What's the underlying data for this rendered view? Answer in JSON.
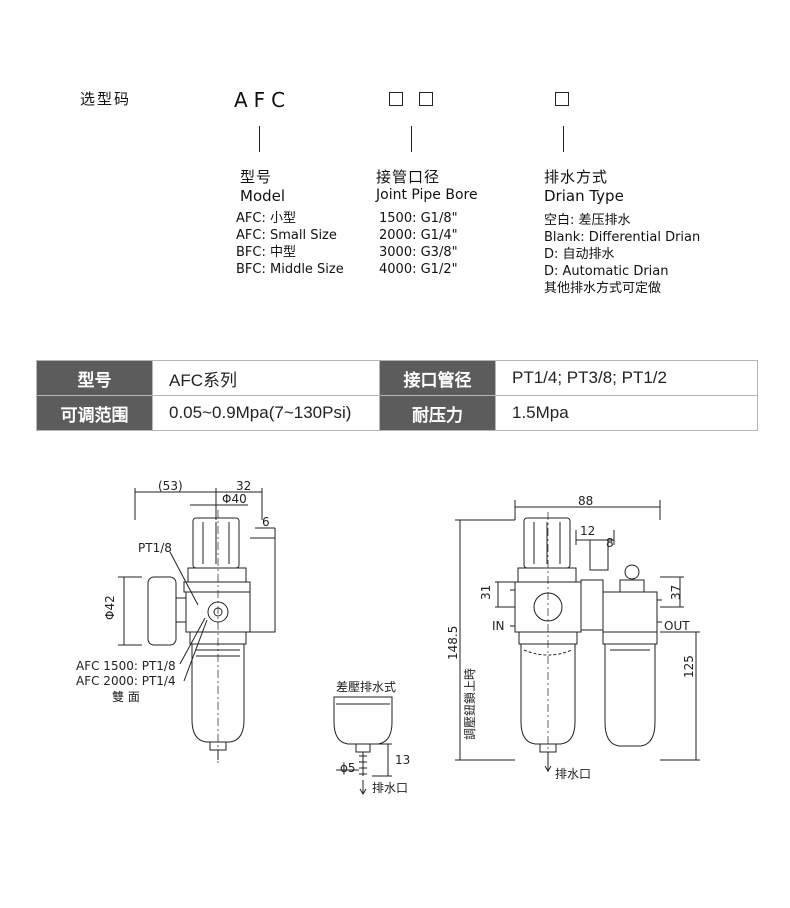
{
  "selection_code": {
    "label": "选型码",
    "model_prefix": "AFC",
    "box_glyph": "□",
    "columns": [
      {
        "title_cn": "型号",
        "title_en": "Model",
        "items": [
          "AFC: 小型",
          "AFC: Small Size",
          "BFC: 中型",
          "BFC: Middle Size"
        ]
      },
      {
        "title_cn": "接管口径",
        "title_en": "Joint Pipe Bore",
        "items": [
          "1500:  G1/8\"",
          "2000:  G1/4\"",
          "3000:  G3/8\"",
          "4000:  G1/2\""
        ]
      },
      {
        "title_cn": "排水方式",
        "title_en": "Drian Type",
        "items": [
          "空白: 差压排水",
          "Blank:  Differential Drian",
          "D:  自动排水",
          "D:  Automatic Drian",
          "其他排水方式可定做"
        ]
      }
    ]
  },
  "spec_table": {
    "rows": [
      [
        {
          "key": "型号",
          "value": "AFC系列"
        },
        {
          "key": "接口管径",
          "value": "PT1/4;  PT3/8;  PT1/2"
        }
      ],
      [
        {
          "key": "可调范围",
          "value": "0.05~0.9Mpa(7~130Psi)"
        },
        {
          "key": "耐压力",
          "value": "1.5Mpa"
        }
      ]
    ]
  },
  "drawings": {
    "left": {
      "dim_53": "(53)",
      "dim_32": "32",
      "dim_phi40": "Φ40",
      "dim_6": "6",
      "dim_phi42": "Φ42",
      "port_label": "PT1/8",
      "note_1": "AFC 1500: PT1/8",
      "note_2": "AFC 2000: PT1/4",
      "note_3": "雙 面"
    },
    "drain_detail": {
      "title": "差壓排水式",
      "dim_13": "13",
      "dim_phi5": "ϕ5",
      "drain_label": "排水口"
    },
    "right": {
      "dim_88": "88",
      "dim_12": "12",
      "dim_8": "8",
      "dim_31": "31",
      "dim_37": "37",
      "dim_148_5": "148.5",
      "dim_125": "125",
      "side_note": "調壓鈕鎖上時",
      "in_label": "IN",
      "out_label": "OUT",
      "drain_label": "排水口"
    }
  }
}
